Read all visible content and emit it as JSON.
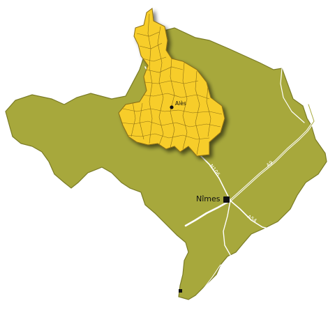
{
  "map": {
    "colors": {
      "department_fill": "#a7a83c",
      "department_stroke": "#7a7b25",
      "region_fill": "#f7cd2a",
      "region_stroke": "#8a6d14",
      "road": "#ffffff",
      "marker": "#111111"
    },
    "cities": {
      "ales": {
        "name": "Alès"
      },
      "nimes": {
        "name": "Nîmes"
      }
    },
    "roads": {
      "n106": "N106",
      "a9": "A9",
      "a54": "A54"
    }
  }
}
